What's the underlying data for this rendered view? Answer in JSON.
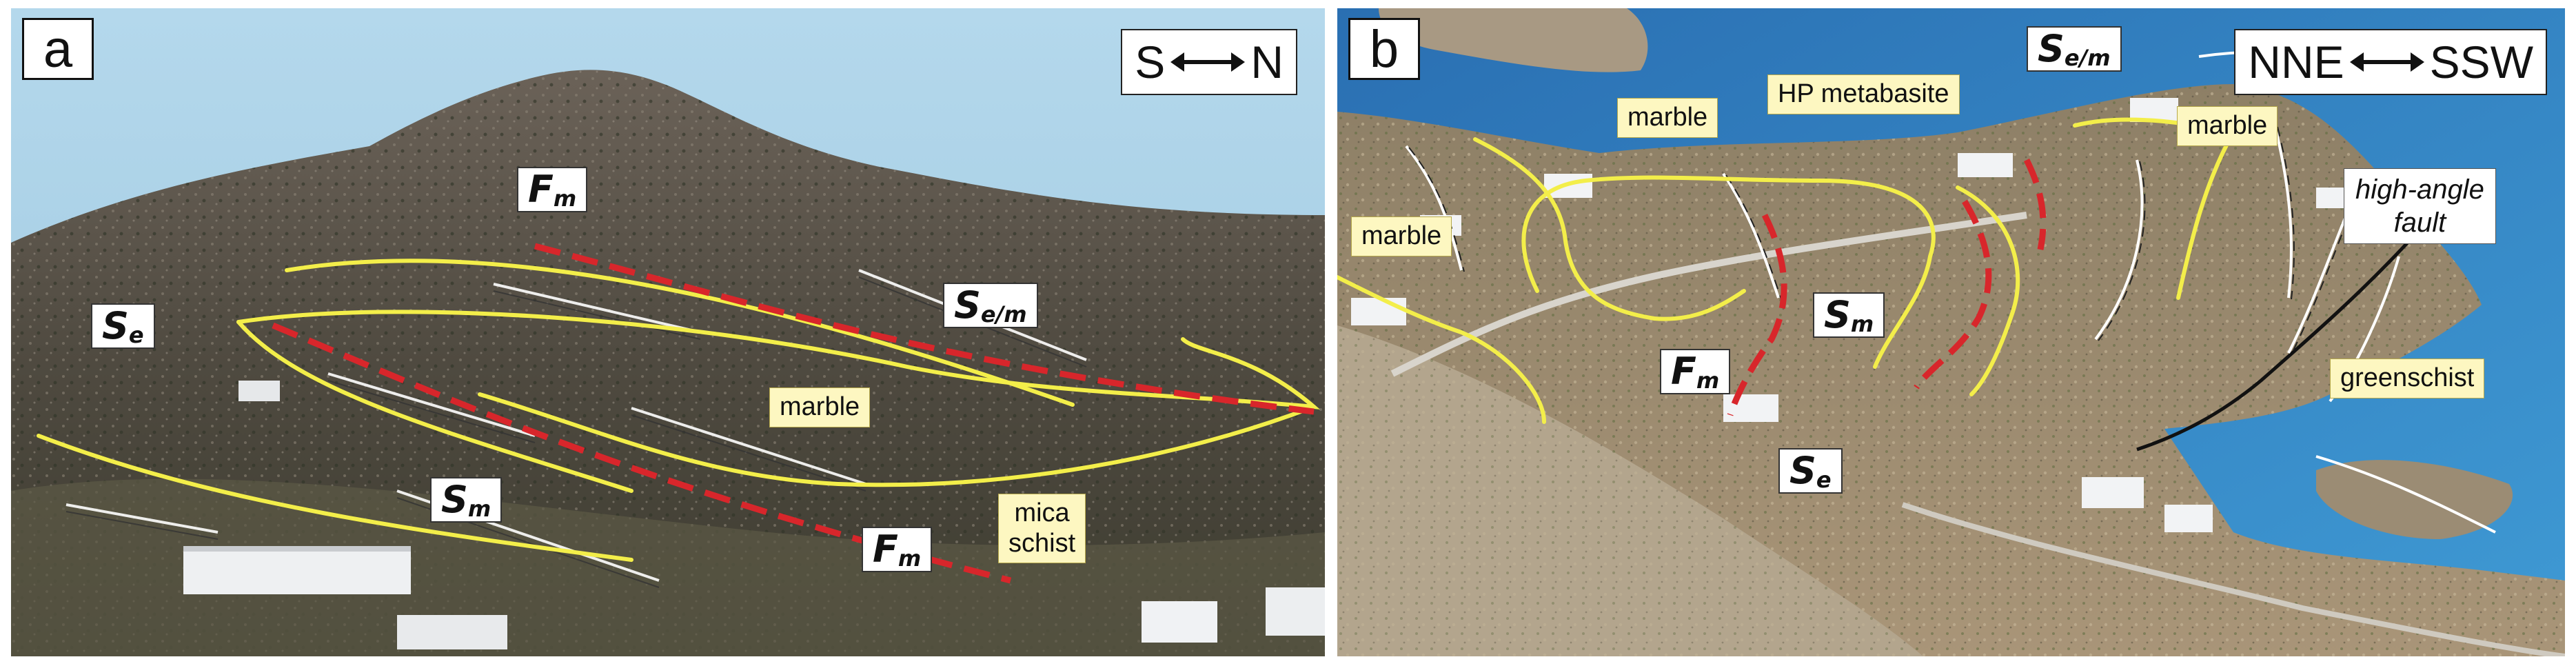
{
  "panel_a": {
    "letter": "a",
    "compass": {
      "left": "S",
      "right": "N"
    },
    "labels": {
      "fm_top": {
        "main": "F",
        "sub": "m"
      },
      "se": {
        "main": "S",
        "sub": "e"
      },
      "sem": {
        "main": "S",
        "sub": "e/m"
      },
      "sm": {
        "main": "S",
        "sub": "m"
      },
      "fm_bottom": {
        "main": "F",
        "sub": "m"
      }
    },
    "lithology": {
      "marble": "marble",
      "mica_schist": "mica\nschist"
    }
  },
  "panel_b": {
    "letter": "b",
    "compass": {
      "left": "NNE",
      "right": "SSW"
    },
    "labels": {
      "sem": {
        "main": "S",
        "sub": "e/m"
      },
      "sm": {
        "main": "S",
        "sub": "m"
      },
      "fm": {
        "main": "F",
        "sub": "m"
      },
      "se": {
        "main": "S",
        "sub": "e"
      }
    },
    "lithology": {
      "marble_left": "marble",
      "marble_center": "marble",
      "hp_metabasite": "HP metabasite",
      "marble_right": "marble",
      "greenschist": "greenschist"
    },
    "fault_label": "high-angle\nfault"
  },
  "colors": {
    "contact_yellow": "#f3ee4a",
    "fold_axis_red": "#d8262b",
    "sky_a": "#a9d1e7",
    "sea_b": "#2f7fc0"
  }
}
